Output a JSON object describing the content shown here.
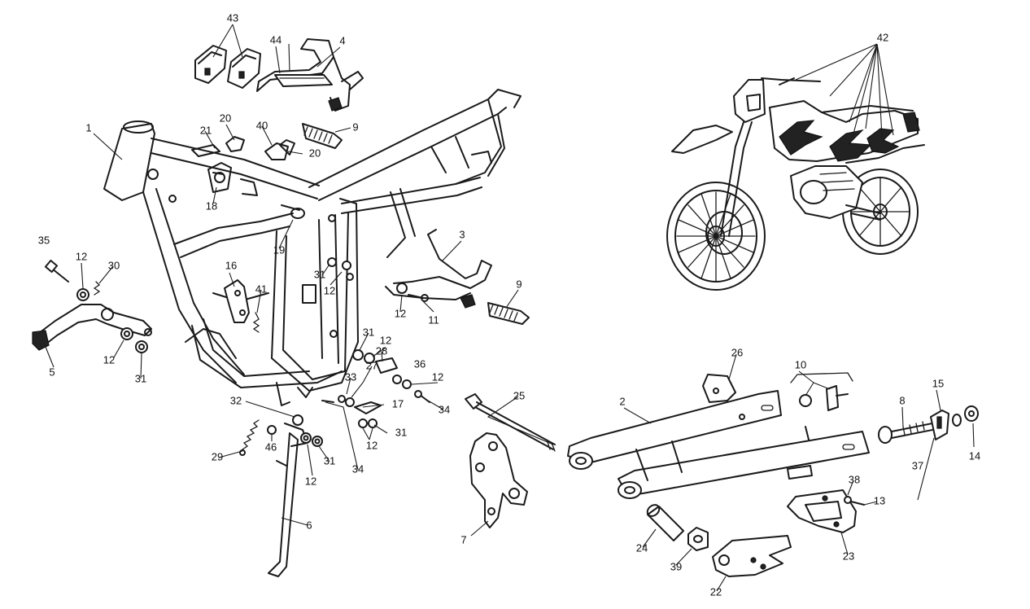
{
  "labels": {
    "l1": "1",
    "l2": "2",
    "l3": "3",
    "l4": "4",
    "l5": "5",
    "l6": "6",
    "l7": "7",
    "l8": "8",
    "l9a": "9",
    "l9b": "9",
    "l10": "10",
    "l11": "11",
    "l12a": "12",
    "l12b": "12",
    "l12c": "12",
    "l12d": "12",
    "l12e": "12",
    "l12f": "12",
    "l12g": "12",
    "l12h": "12",
    "l13": "13",
    "l14": "14",
    "l15": "15",
    "l16": "16",
    "l17": "17",
    "l18": "18",
    "l19": "19",
    "l20a": "20",
    "l20b": "20",
    "l21": "21",
    "l22": "22",
    "l23": "23",
    "l24": "24",
    "l25": "25",
    "l26": "26",
    "l27": "27",
    "l28": "28",
    "l29": "29",
    "l30": "30",
    "l31a": "31",
    "l31b": "31",
    "l31c": "31",
    "l31d": "31",
    "l31e": "31",
    "l32": "32",
    "l33": "33",
    "l34a": "34",
    "l34b": "34",
    "l35": "35",
    "l36": "36",
    "l37": "37",
    "l38": "38",
    "l39": "39",
    "l40": "40",
    "l41": "41",
    "l42": "42",
    "l43": "43",
    "l44": "44",
    "l46": "46"
  }
}
